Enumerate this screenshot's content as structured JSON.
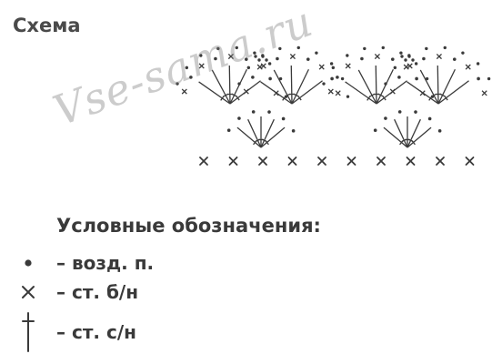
{
  "title": "Схема",
  "watermark": "Vse-sama.ru",
  "legend": {
    "title": "Условные обозначения:",
    "items": [
      {
        "symbol": "dot-icon",
        "label": "– возд. п."
      },
      {
        "symbol": "cross-icon",
        "label": "– ст. б/н"
      },
      {
        "symbol": "dagger-icon",
        "label": "– ст. с/н"
      }
    ]
  },
  "colors": {
    "ink": "#3a3a3a",
    "watermark": "#8a8a8a"
  }
}
